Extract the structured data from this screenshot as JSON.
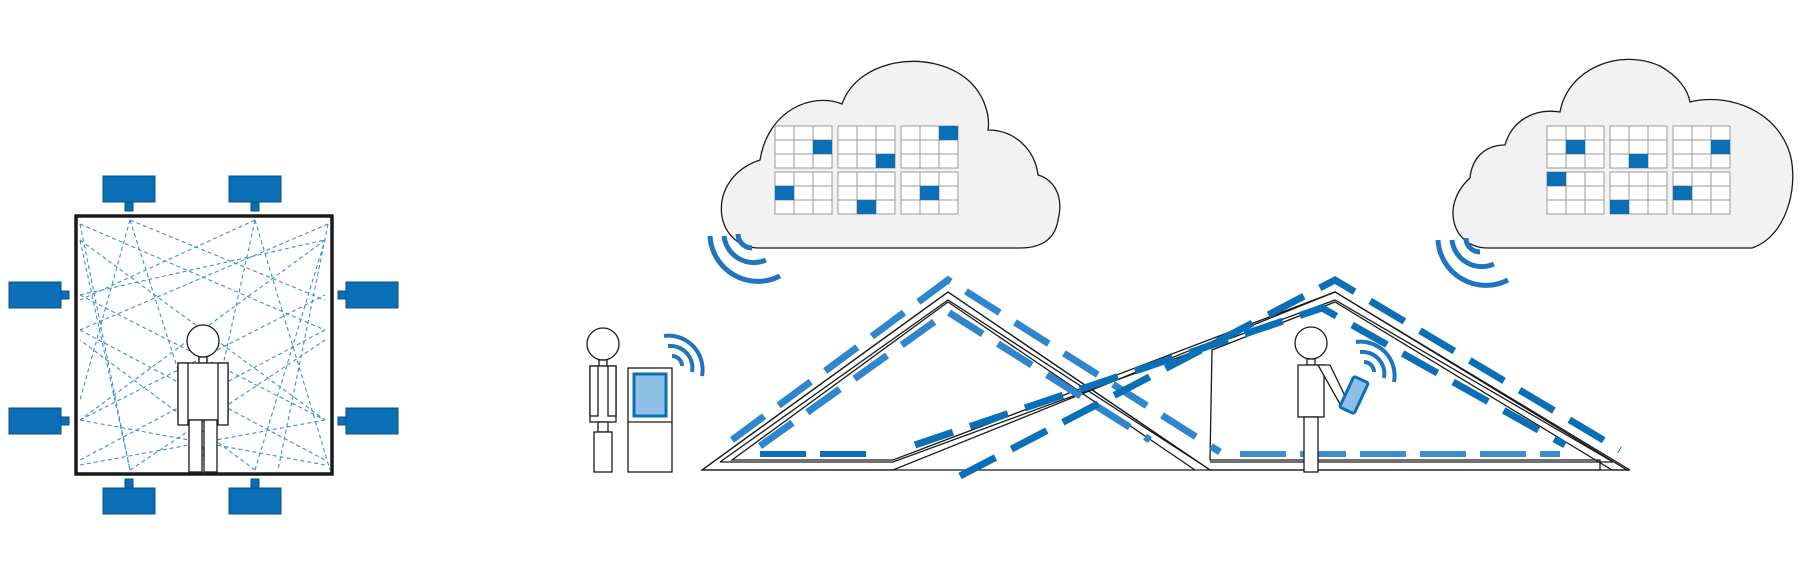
{
  "colors": {
    "accent": "#0b6fb8",
    "accent_light": "#3d8ed0",
    "screen_fill": "#8ec0e6",
    "cloud_fill": "#f2f2f3",
    "line": "#1a1a1a",
    "scan_lines": "#3b8fd6"
  },
  "icons": [
    "camera-icon",
    "person-icon",
    "wifi-signal-icon",
    "kiosk-icon",
    "tablet-icon",
    "cloud-icon",
    "calendar-grid-icon",
    "house-path-icon"
  ],
  "calendar_grid": {
    "cols": 3,
    "rows": 3,
    "blocks_per_row": 3,
    "block_rows": 2
  }
}
